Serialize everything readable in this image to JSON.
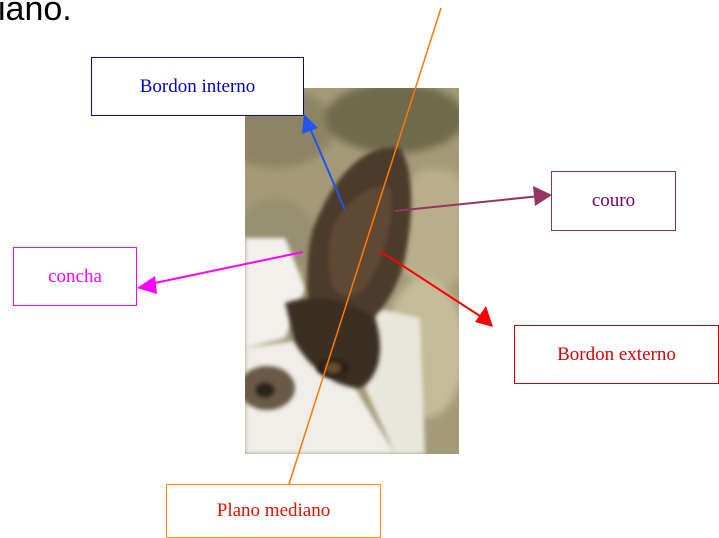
{
  "heading": "iano.",
  "labels": {
    "bordon_interno": "Bordon interno",
    "couro": "couro",
    "concha": "concha",
    "bordon_externo": "Bordon externo",
    "plano_mediano": "Plano mediano"
  },
  "colors": {
    "bordon_interno": "#2255ee",
    "couro": "#993366",
    "concha": "#ff00ff",
    "bordon_externo": "#ff0000",
    "plano_mediano": "#ff7700"
  },
  "photo_subject": "close-up of a dog's ear (boxer-type, brindle and white)"
}
